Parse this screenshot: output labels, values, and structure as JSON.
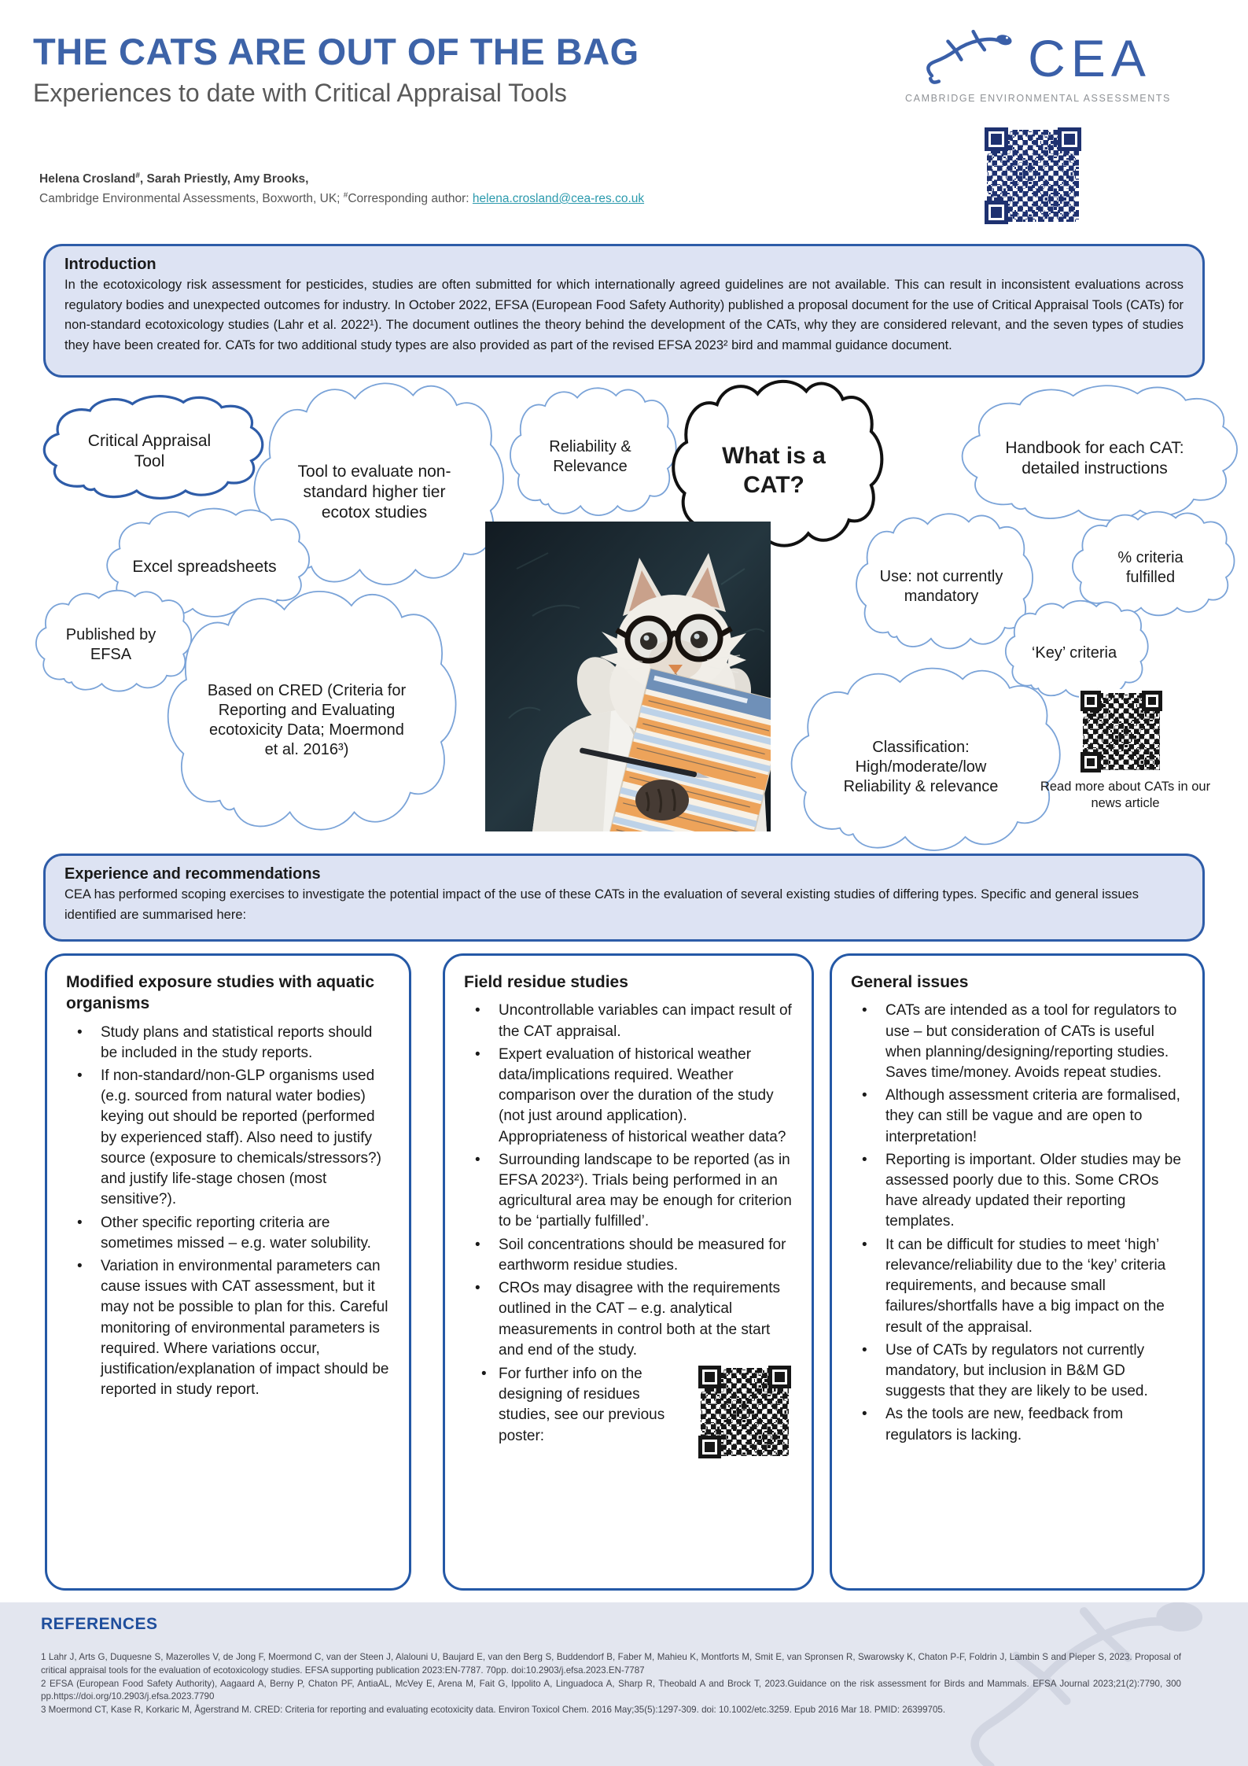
{
  "header": {
    "title": "THE CATS ARE OUT OF THE BAG",
    "subtitle": "Experiences to date with Critical Appraisal Tools",
    "authors_name": "Helena Crosland",
    "authors_sup": "#",
    "authors_rest": ", Sarah Priestly, Amy Brooks,",
    "affiliation_prefix": "Cambridge Environmental Assessments, Boxworth, UK; ",
    "affiliation_sup": "#",
    "affiliation_mid": "Corresponding author: ",
    "email": "helena.crosland@cea-res.co.uk",
    "logo_acronym": "CEA",
    "logo_name": "CAMBRIDGE ENVIRONMENTAL ASSESSMENTS"
  },
  "intro": {
    "title": "Introduction",
    "body": "In the ecotoxicology risk assessment for pesticides, studies are often submitted for which internationally agreed guidelines are not available. This can result in inconsistent evaluations across regulatory bodies and unexpected outcomes for industry. In October 2022, EFSA (European Food Safety Authority) published a proposal document for the use of Critical Appraisal Tools (CATs) for non-standard ecotoxicology studies (Lahr et al. 2022¹). The document outlines the theory behind the development of the CATs, why they are considered relevant, and the seven types of studies they have been created for. CATs for two additional study types are also provided as part of the revised EFSA 2023² bird and mammal guidance document."
  },
  "clouds": {
    "critical_appraisal": "Critical Appraisal Tool",
    "tool_evaluate": "Tool to evaluate non-standard higher tier ecotox studies",
    "reliability": "Reliability & Relevance",
    "what_is": "What is a CAT?",
    "handbook": "Handbook for each CAT: detailed instructions",
    "excel": "Excel spreadsheets",
    "use_not": "Use: not currently mandatory",
    "pct_criteria": "% criteria fulfilled",
    "published": "Published by EFSA",
    "based_cred": "Based on CRED (Criteria for Reporting and Evaluating ecotoxicity Data; Moermond et al. 2016³)",
    "key_criteria": "‘Key’ criteria",
    "classification": "Classification: High/moderate/low Reliability & relevance"
  },
  "news_qr_caption": "Read more about CATs in our news article",
  "experience": {
    "title": "Experience and recommendations",
    "body": "CEA has performed scoping exercises to investigate the potential impact of the use of these CATs in the evaluation of several existing studies of differing types. Specific and general issues identified are summarised here:"
  },
  "columns": {
    "modified_exposure": {
      "title": "Modified exposure studies with aquatic organisms",
      "bullets": [
        "Study plans and statistical reports should be included in the study reports.",
        "If non-standard/non-GLP organisms used (e.g. sourced from natural water bodies) keying out should be reported (performed by experienced staff). Also need to justify source (exposure to chemicals/stressors?) and justify life-stage chosen (most sensitive?).",
        "Other specific reporting criteria are sometimes missed – e.g. water solubility.",
        "Variation in environmental parameters can cause issues with CAT assessment, but it may not be possible to plan for this. Careful monitoring of environmental parameters is required. Where variations occur, justification/explanation of impact should be reported in study report."
      ]
    },
    "field_residue": {
      "title": "Field residue studies",
      "bullets": [
        "Uncontrollable variables can impact result of the CAT appraisal.",
        "Expert evaluation of historical weather data/implications required. Weather comparison over the duration of the study (not just around application). Appropriateness of historical weather data?",
        "Surrounding landscape to be reported (as in EFSA 2023²). Trials being performed in an agricultural area may be enough for criterion to be ‘partially fulfilled’.",
        "Soil concentrations should be measured for earthworm residue studies.",
        "CROs may disagree with the requirements outlined in the CAT – e.g. analytical measurements in control both at the start and end of the study."
      ],
      "qr_bullet": "For further info on the designing of residues studies, see our previous poster:"
    },
    "general_issues": {
      "title": "General issues",
      "bullets": [
        "CATs are intended as a tool for regulators to use – but consideration of CATs is useful when planning/designing/reporting studies. Saves time/money. Avoids repeat studies.",
        "Although assessment criteria are formalised, they can still be vague and are open to interpretation!",
        "Reporting is important. Older studies may be assessed poorly due to this. Some CROs have already updated their reporting templates.",
        "It can be difficult for studies to meet ‘high’ relevance/reliability due to the ‘key’ criteria requirements, and because small failures/shortfalls have a big impact on the result of the appraisal.",
        "Use of CATs by regulators not currently mandatory, but inclusion in B&M GD suggests that they are likely to be used.",
        "As the tools are new, feedback from regulators is lacking."
      ]
    }
  },
  "references": {
    "title": "REFERENCES",
    "items": [
      "1 Lahr J, Arts G, Duquesne S, Mazerolles V, de Jong F, Moermond C, van der Steen J, Alalouni U, Baujard E, van den Berg S, Buddendorf B, Faber M, Mahieu K, Montforts M, Smit E, van Spronsen R, Swarowsky K, Chaton P-F, Foldrin J, Lambin S and Pieper S, 2023. Proposal of critical appraisal tools for the evaluation of ecotoxicology studies. EFSA supporting publication 2023:EN-7787. 70pp. doi:10.2903/j.efsa.2023.EN-7787",
      "2 EFSA (European Food Safety Authority), Aagaard A, Berny P, Chaton PF, AntiaAL, McVey E, Arena M, Fait G, Ippolito A, Linguadoca A, Sharp R, Theobald A and Brock T, 2023.Guidance on the risk assessment for Birds and Mammals. EFSA Journal 2023;21(2):7790, 300 pp.https://doi.org/10.2903/j.efsa.2023.7790",
      "3 Moermond CT, Kase R, Korkaric M, Ågerstrand M. CRED: Criteria for reporting and evaluating ecotoxicity data. Environ Toxicol Chem. 2016 May;35(5):1297-309. doi: 10.1002/etc.3259. Epub 2016 Mar 18. PMID: 26399705."
    ]
  },
  "colors": {
    "title_blue": "#3d63a8",
    "box_border_blue": "#2e5ca8",
    "box_fill": "#dde3f3",
    "refs_band": "#e3e6ef",
    "qr_navy": "#1e3170",
    "qr_black": "#161616",
    "link_teal": "#2b9aad"
  }
}
